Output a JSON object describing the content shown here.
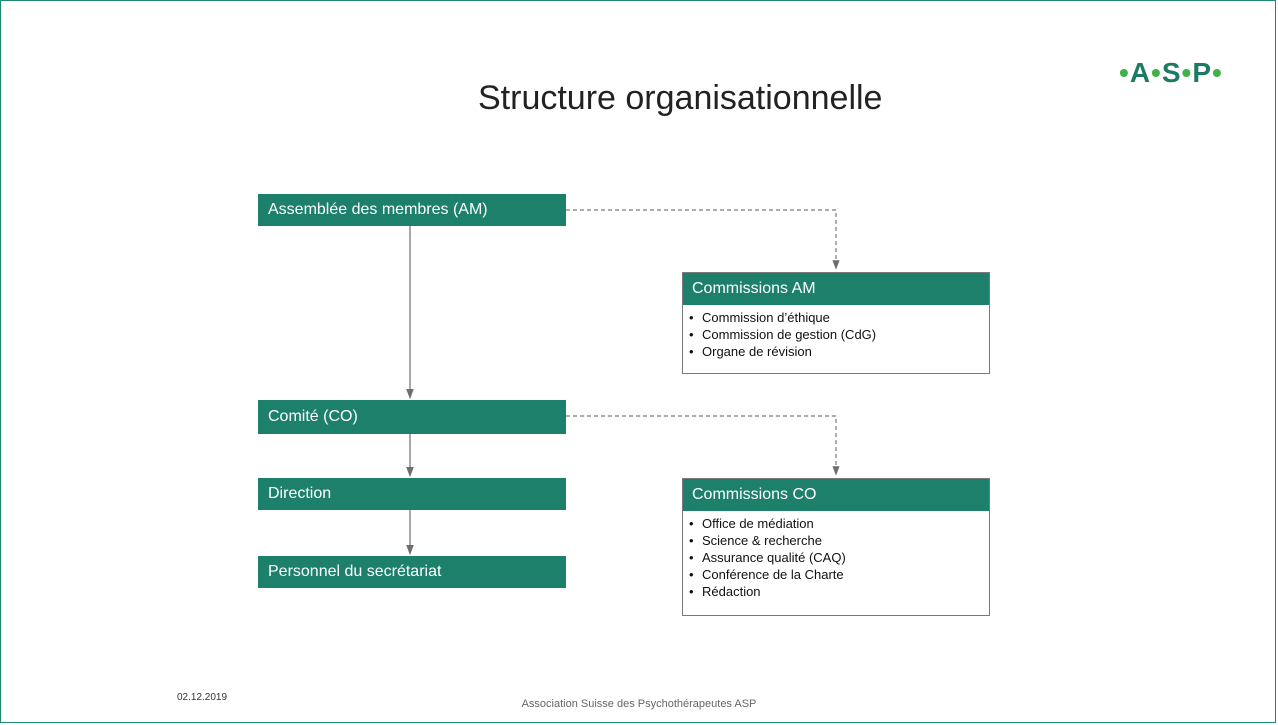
{
  "logo": {
    "letters": [
      "A",
      "S",
      "P"
    ]
  },
  "title": "Structure organisationnelle",
  "nodes": {
    "am": "Assemblée des membres (AM)",
    "co": "Comité (CO)",
    "direction": "Direction",
    "personnel": "Personnel du secrétariat"
  },
  "commissions_am": {
    "title": "Commissions AM",
    "items": [
      "Commission d’éthique",
      "Commission de gestion (CdG)",
      "Organe de révision"
    ]
  },
  "commissions_co": {
    "title": "Commissions CO",
    "items": [
      "Office de médiation",
      "Science & recherche",
      "Assurance qualité (CAQ)",
      "Conférence de la Charte",
      "Rédaction"
    ]
  },
  "footer": {
    "date": "02.12.2019",
    "org": "Association Suisse des Psychothérapeutes ASP"
  },
  "colors": {
    "box": "#1c806b",
    "border": "#1b8a70",
    "logo": "#1d7a63",
    "logo_dot": "#3fb24a"
  }
}
